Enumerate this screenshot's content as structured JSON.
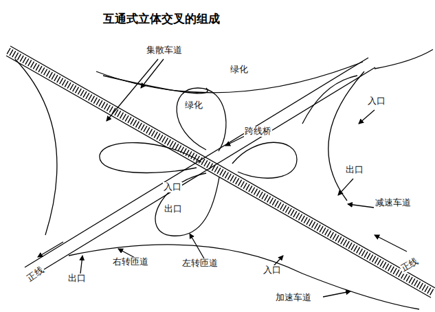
{
  "diagram": {
    "title": "互通式立体交叉的组成",
    "labels": [
      "集散车道",
      "绿化",
      "绿化",
      "入口",
      "跨线桥",
      "出口",
      "减速车道",
      "入口",
      "出口",
      "正线",
      "出口",
      "右转匝道",
      "左转匝道",
      "入口",
      "正线",
      "加速车道"
    ]
  }
}
